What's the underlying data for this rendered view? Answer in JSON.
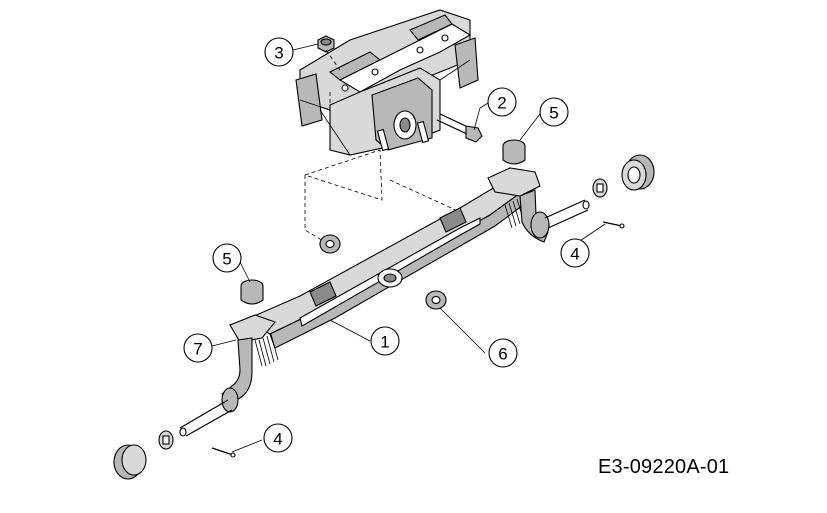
{
  "callouts": [
    {
      "id": "1",
      "label": "1"
    },
    {
      "id": "2",
      "label": "2"
    },
    {
      "id": "3",
      "label": "3"
    },
    {
      "id": "4a",
      "label": "4"
    },
    {
      "id": "4b",
      "label": "4"
    },
    {
      "id": "5a",
      "label": "5"
    },
    {
      "id": "5b",
      "label": "5"
    },
    {
      "id": "6",
      "label": "6"
    },
    {
      "id": "7",
      "label": "7"
    }
  ],
  "drawing_code": "E3-09220A-01"
}
